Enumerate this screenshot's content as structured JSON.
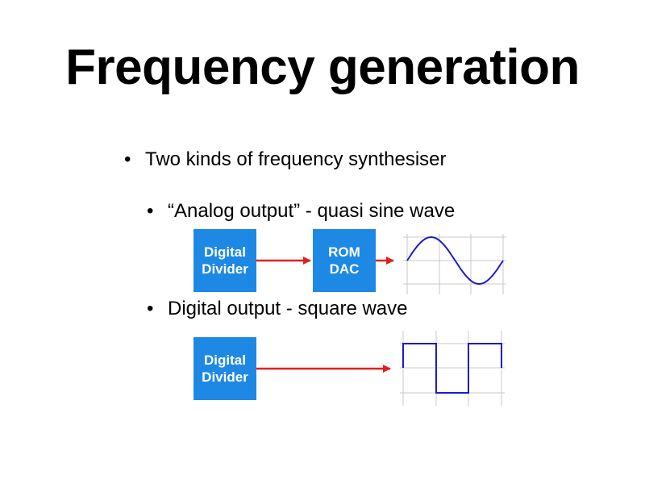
{
  "slide": {
    "title": "Frequency generation"
  },
  "bullets": {
    "main": "Two kinds of frequency synthesiser",
    "analog": "“Analog output” - quasi sine wave",
    "digital": "Digital output - square wave",
    "glyph": "•"
  },
  "blocks": {
    "divider_top": {
      "line1": "Digital",
      "line2": "Divider"
    },
    "rom_dac": {
      "line1": "ROM",
      "line2": "DAC"
    },
    "divider_bottom": {
      "line1": "Digital",
      "line2": "Divider"
    }
  },
  "colors": {
    "block_fill": "#1e88e5",
    "arrow": "#e02020",
    "waveform": "#1a1ad0",
    "grid": "#c8c8c8"
  }
}
